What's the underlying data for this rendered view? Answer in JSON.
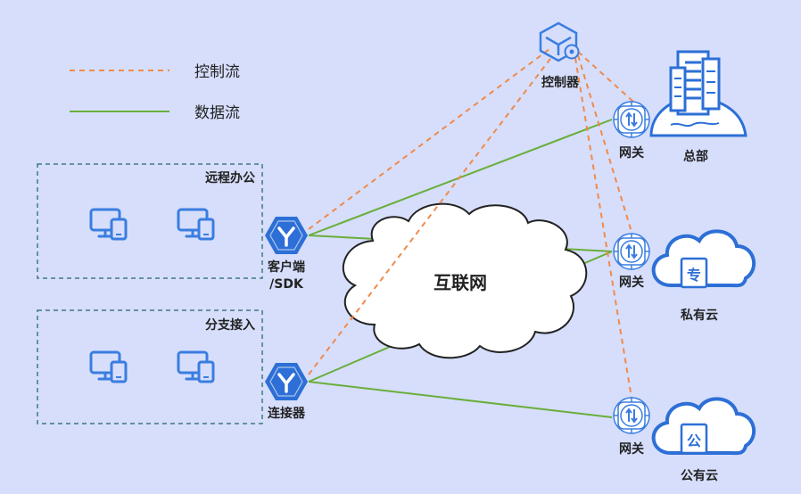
{
  "legend": {
    "control_label": "控制流",
    "data_label": "数据流"
  },
  "groups": {
    "remote_office": "远程办公",
    "branch_access": "分支接入"
  },
  "nodes": {
    "client": "客户端",
    "client_sub": "/SDK",
    "connector": "连接器",
    "controller": "控制器",
    "internet": "互联网",
    "gateway": "网关",
    "hq": "总部",
    "private_cloud": "私有云",
    "private_cloud_glyph": "专",
    "public_cloud": "公有云",
    "public_cloud_glyph": "公"
  },
  "colors": {
    "background": "#d6defb",
    "accent_blue": "#2d6fd6",
    "icon_blue": "#3a7de0",
    "control_flow": "#f08a4b",
    "data_flow": "#6aae3c",
    "group_border": "#3e7a80",
    "text": "#222222"
  }
}
